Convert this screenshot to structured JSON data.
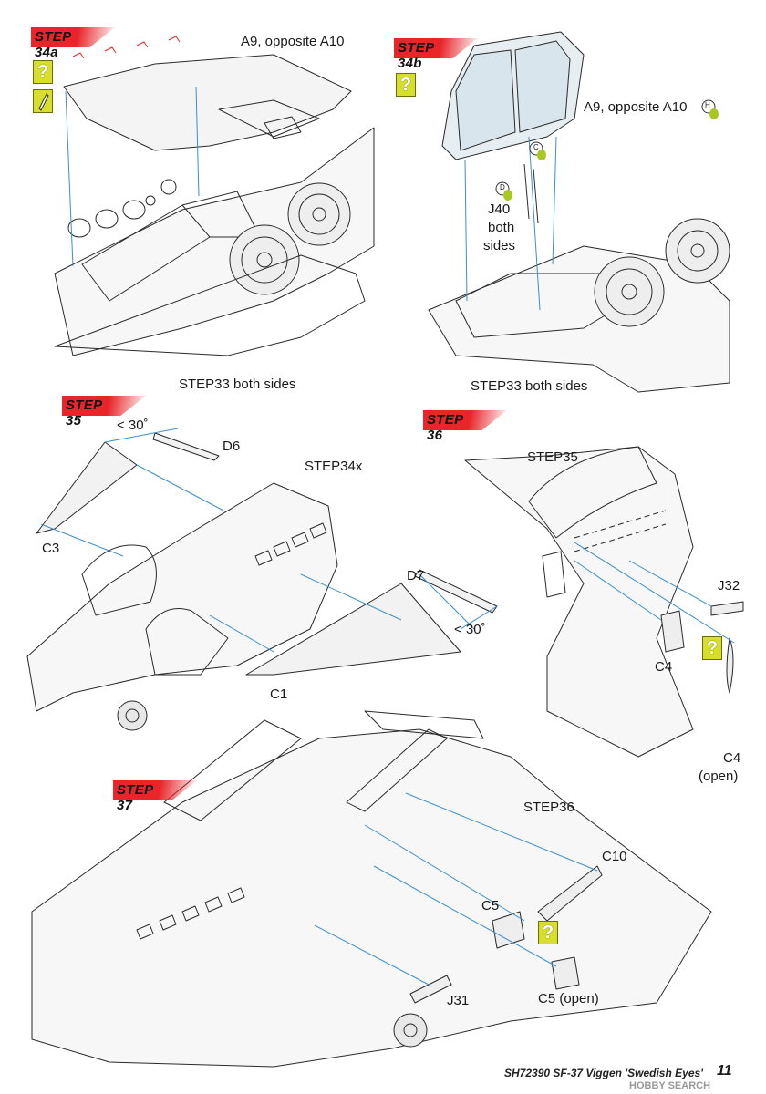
{
  "steps": {
    "s34a": {
      "title": "STEP 34a",
      "part": "A9, opposite A10",
      "ref": "STEP33 both sides"
    },
    "s34b": {
      "title": "STEP 34b",
      "part": "A9, opposite A10",
      "callout_h": "H",
      "callout_c": "C",
      "callout_d": "D",
      "j40_line1": "J40",
      "j40_line2": "both",
      "j40_line3": "sides",
      "ref": "STEP33 both sides"
    },
    "s35": {
      "title": "STEP 35",
      "angle_top": "< 30˚",
      "d6": "D6",
      "ref": "STEP34x",
      "c3": "C3",
      "d7": "D7",
      "angle_bottom": "< 30˚",
      "c1": "C1"
    },
    "s36": {
      "title": "STEP 36",
      "ref": "STEP35",
      "j32": "J32",
      "c4": "C4",
      "c4_open_1": "C4",
      "c4_open_2": "(open)"
    },
    "s37": {
      "title": "STEP 37",
      "ref": "STEP36",
      "c10": "C10",
      "c5": "C5",
      "j31": "J31",
      "c5_open": "C5 (open)"
    }
  },
  "icons": {
    "question": "?",
    "accent_red": "#e8262a",
    "question_yellow": "#d8df2a",
    "arrow_blue": "#3a8fd0",
    "callout_green": "#a8c820"
  },
  "footer": {
    "code": "SH72390  SF-37 Viggen 'Swedish Eyes'",
    "page": "11",
    "watermark": "HOBBY SEARCH"
  }
}
